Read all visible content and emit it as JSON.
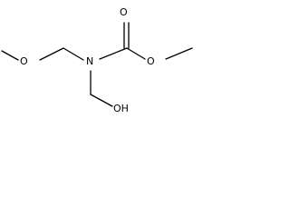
{
  "molecule": {
    "atoms": {
      "o_methoxy_left": "O",
      "n_center": "N",
      "o_carbonyl": "O",
      "o_ester": "O",
      "oh_hydroxyl": "OH"
    },
    "colors": {
      "bond": "#000000",
      "label": "#000000",
      "background": "#ffffff"
    }
  }
}
